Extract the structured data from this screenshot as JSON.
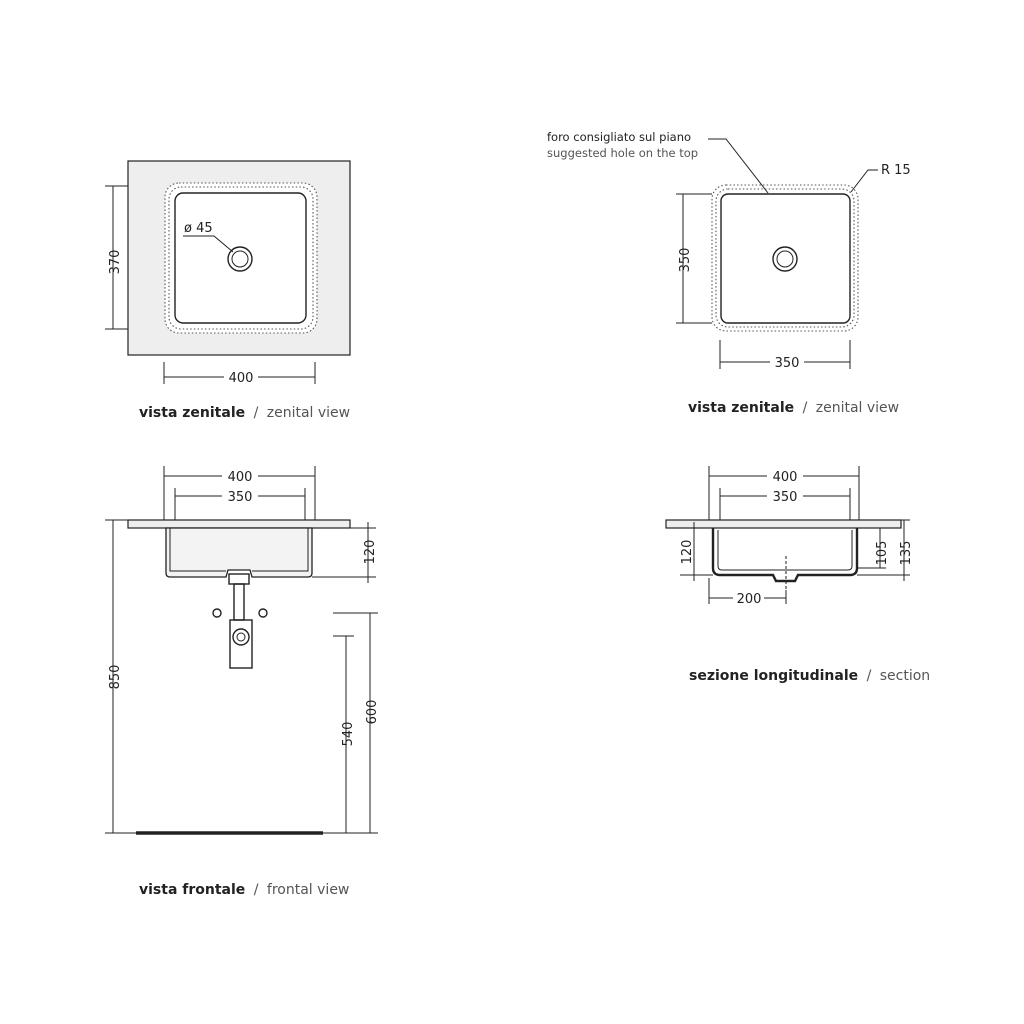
{
  "views": {
    "zenital_countertop": {
      "dim_width": "400",
      "dim_depth": "370",
      "hole_label": "ø 45",
      "caption_main": "vista zenitale",
      "caption_sep": "/",
      "caption_alt": "zenital view"
    },
    "zenital_basin": {
      "note_line1": "foro consigliato sul piano",
      "note_line2": "suggested hole on the top",
      "radius_label": "R 15",
      "dim_width": "350",
      "dim_depth": "350",
      "caption_main": "vista zenitale",
      "caption_sep": "/",
      "caption_alt": "zenital view"
    },
    "frontal": {
      "dim_top_outer": "400",
      "dim_top_inner": "350",
      "dim_basin_height": "120",
      "dim_total_height": "850",
      "dim_540": "540",
      "dim_600": "600",
      "caption_main": "vista frontale",
      "caption_sep": "/",
      "caption_alt": "frontal view"
    },
    "section": {
      "dim_top_outer": "400",
      "dim_top_inner": "350",
      "dim_left_height": "120",
      "dim_inner_height": "105",
      "dim_total_height": "135",
      "dim_drain_offset": "200",
      "caption_main": "sezione longitudinale",
      "caption_sep": "/",
      "caption_alt": "section"
    }
  }
}
